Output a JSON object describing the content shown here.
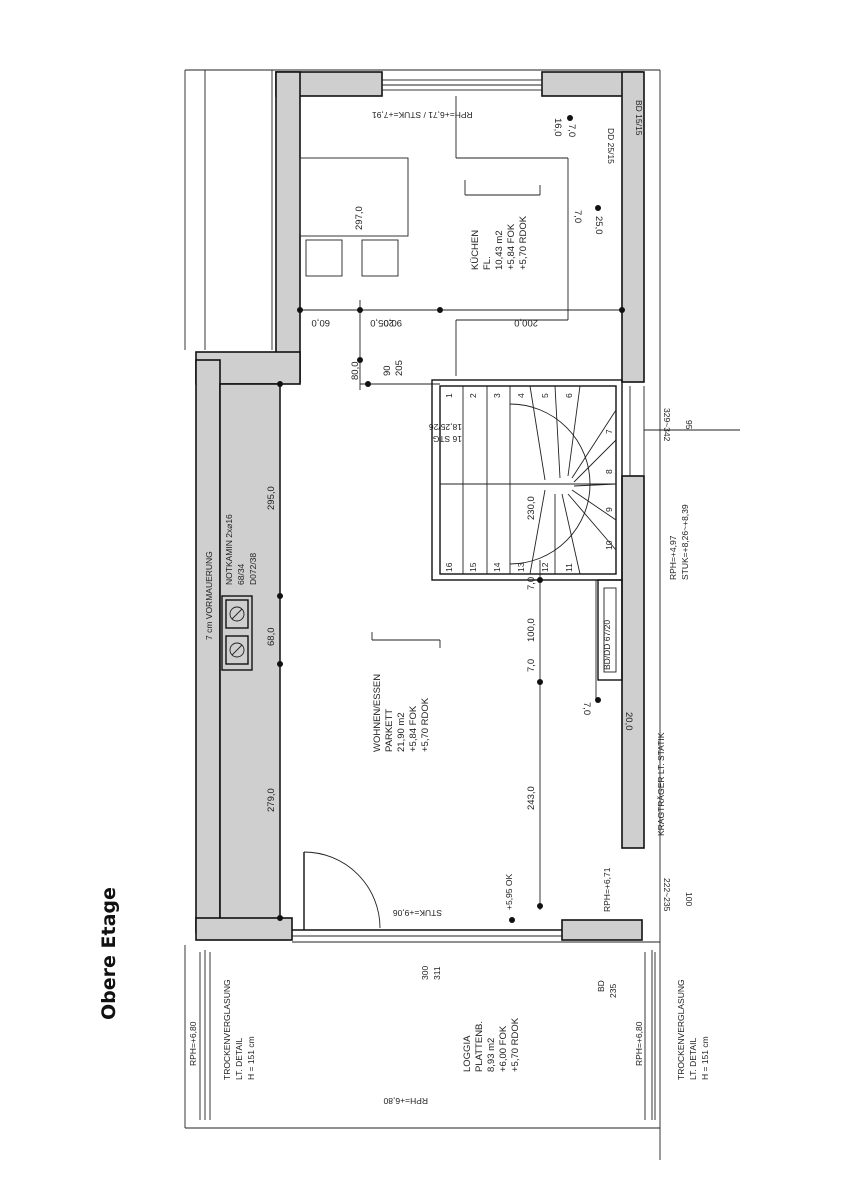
{
  "plan": {
    "title": "Obere Etage",
    "rooms": {
      "kitchen": {
        "name": "KÜCHEN",
        "floor": "FL.",
        "area": "10,43 m2",
        "fok": "+5,84 FOK",
        "rdok": "+5,70 RDOK"
      },
      "living": {
        "name": "WOHNEN/ESSEN",
        "floor": "PARKETT",
        "area": "21,90 m2",
        "fok": "+5,84 FOK",
        "rdok": "+5,70 RDOK"
      },
      "loggia": {
        "name": "LOGGIA",
        "floor": "PLATTENB.",
        "area": "8,93 m2",
        "fok": "+6,00 FOK",
        "rdok": "+5,70 RDOK"
      }
    },
    "annotations": {
      "rph_stuk_top": "RPH=+6,71 / STUK=+7,91",
      "notkamin": "NOTKAMIN 2x⌀16",
      "notkamin_size": "68/34",
      "notkamin_code": "D072/38",
      "vormauerung": "7 cm VORMAUERUNG",
      "kragtraeger": "KRAGTRÄGER LT. STATIK",
      "rph_stuk_right": "RPH=+4,97",
      "stuk_right": "STUK=+8,26~+8,39",
      "stuk_bottom": "STUK=+9,06",
      "ok_bottom": "+5,95 OK",
      "rph_bottom": "RPH=+6,71",
      "bd_door": "BD/DD 67/20",
      "stair_count": "16 STG",
      "stair_ratio": "18,25/26",
      "glazing_left": "TROCKENVERGLASUNG",
      "glazing_left_detail": "LT. DETAIL",
      "glazing_left_height": "H = 151 cm",
      "glazing_right": "TROCKENVERGLASUNG",
      "glazing_right_detail": "LT. DETAIL",
      "glazing_right_height": "H = 151 cm",
      "rph_loggia_left": "RPH=+6,80",
      "rph_loggia_right": "RPH=+6,80",
      "rph_loggia_bottom": "RPH=+6,80",
      "bd_top_right": "BD 15/15",
      "dd_top_right": "DD 25/15",
      "dim_right_a": "329~342",
      "dim_right_b": "95",
      "dim_right_c": "222~235",
      "dim_right_d": "100",
      "bd_bottom": "BD",
      "bd_bottom_val": "235",
      "dim_300": "300",
      "dim_311": "311"
    },
    "dimensions": {
      "d297": "297,0",
      "d205": "205,0",
      "d60": "60,0",
      "d90": "90,0",
      "d200": "200,0",
      "d160": "16,0",
      "d70a": "7,0",
      "d250": "25,0",
      "d70b": "7,0",
      "d90b": "90",
      "d205b": "205",
      "d80": "80,0",
      "d295": "295,0",
      "d680": "68,0",
      "d2790": "279,0",
      "d2300": "230,0",
      "d70c": "7,0",
      "d1000": "100,0",
      "d70d": "7,0",
      "d2430": "243,0",
      "d20": "20,0",
      "d70e": "7,0"
    },
    "stair_numbers": [
      "1",
      "2",
      "3",
      "4",
      "5",
      "6",
      "7",
      "8",
      "9",
      "10",
      "11",
      "12",
      "13",
      "14",
      "15",
      "16"
    ]
  }
}
